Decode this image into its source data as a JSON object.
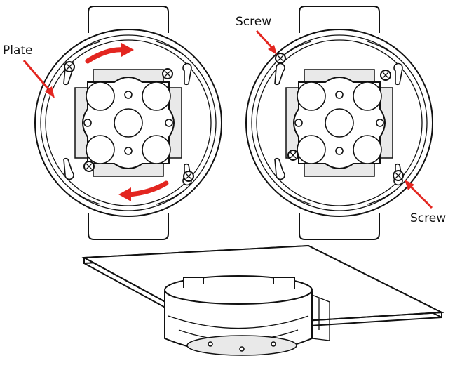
{
  "labels": {
    "plate": "Plate",
    "screw_top": "Screw",
    "screw_bottom": "Screw"
  },
  "colors": {
    "arrow": "#e32620",
    "line": "#111111",
    "background": "#ffffff"
  }
}
